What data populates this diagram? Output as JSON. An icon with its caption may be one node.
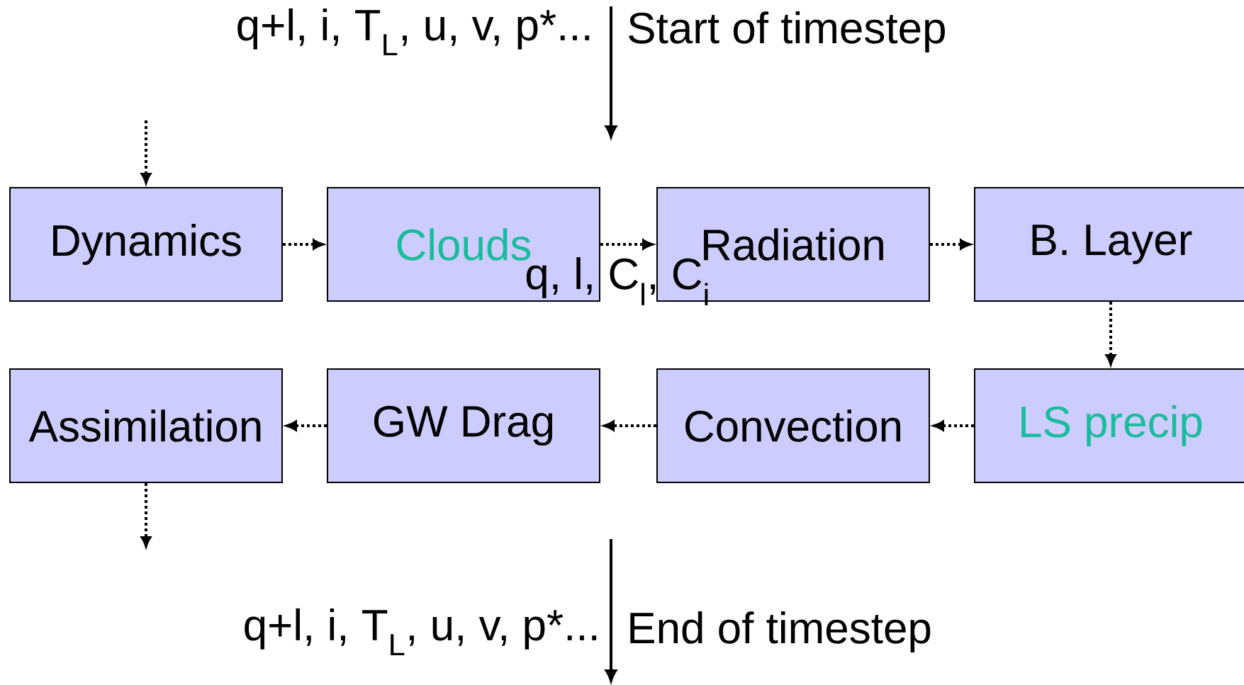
{
  "diagram": {
    "nodes": [
      {
        "text": [
          "Dynamics"
        ]
      },
      {
        "text": [
          "Clouds"
        ]
      },
      {
        "text": [
          "Radiation"
        ]
      },
      {
        "text": [
          "B. Layer"
        ]
      },
      {
        "text": [
          "Assimilation"
        ]
      },
      {
        "text": [
          "GW Drag"
        ]
      },
      {
        "text": [
          "Convection"
        ]
      },
      {
        "text": [
          "LS precip"
        ]
      }
    ],
    "edges": [
      {
        "from": null,
        "to": 0,
        "arrow": "to",
        "style": "dashed"
      },
      {
        "from": 0,
        "to": 1,
        "arrow": "to",
        "style": "dashed"
      },
      {
        "from": 1,
        "to": 2,
        "arrow": "to",
        "style": "dashed",
        "label": "q, l, C$_{l}$, C$_{i}$"
      },
      {
        "from": 2,
        "to": 3,
        "arrow": "to",
        "style": "dashed"
      },
      {
        "from": 3,
        "to": 7,
        "arrow": "to",
        "style": "dashed"
      },
      {
        "from": 7,
        "to": 6,
        "arrow": "to",
        "style": "dashed"
      },
      {
        "from": 6,
        "to": 5,
        "arrow": "to",
        "style": "dashed"
      },
      {
        "from": 5,
        "to": 4,
        "arrow": "to",
        "style": "dashed"
      },
      {
        "from": 4,
        "to": null,
        "arrow": "to",
        "style": "dashed"
      }
    ],
    "labels": [
      "q+l, i, T$_{L}$, u, v, p*...",
      "Start of timestep",
      "q+l, i, T$_{L}$, u, v, p*...",
      "End of timestep"
    ]
  }
}
